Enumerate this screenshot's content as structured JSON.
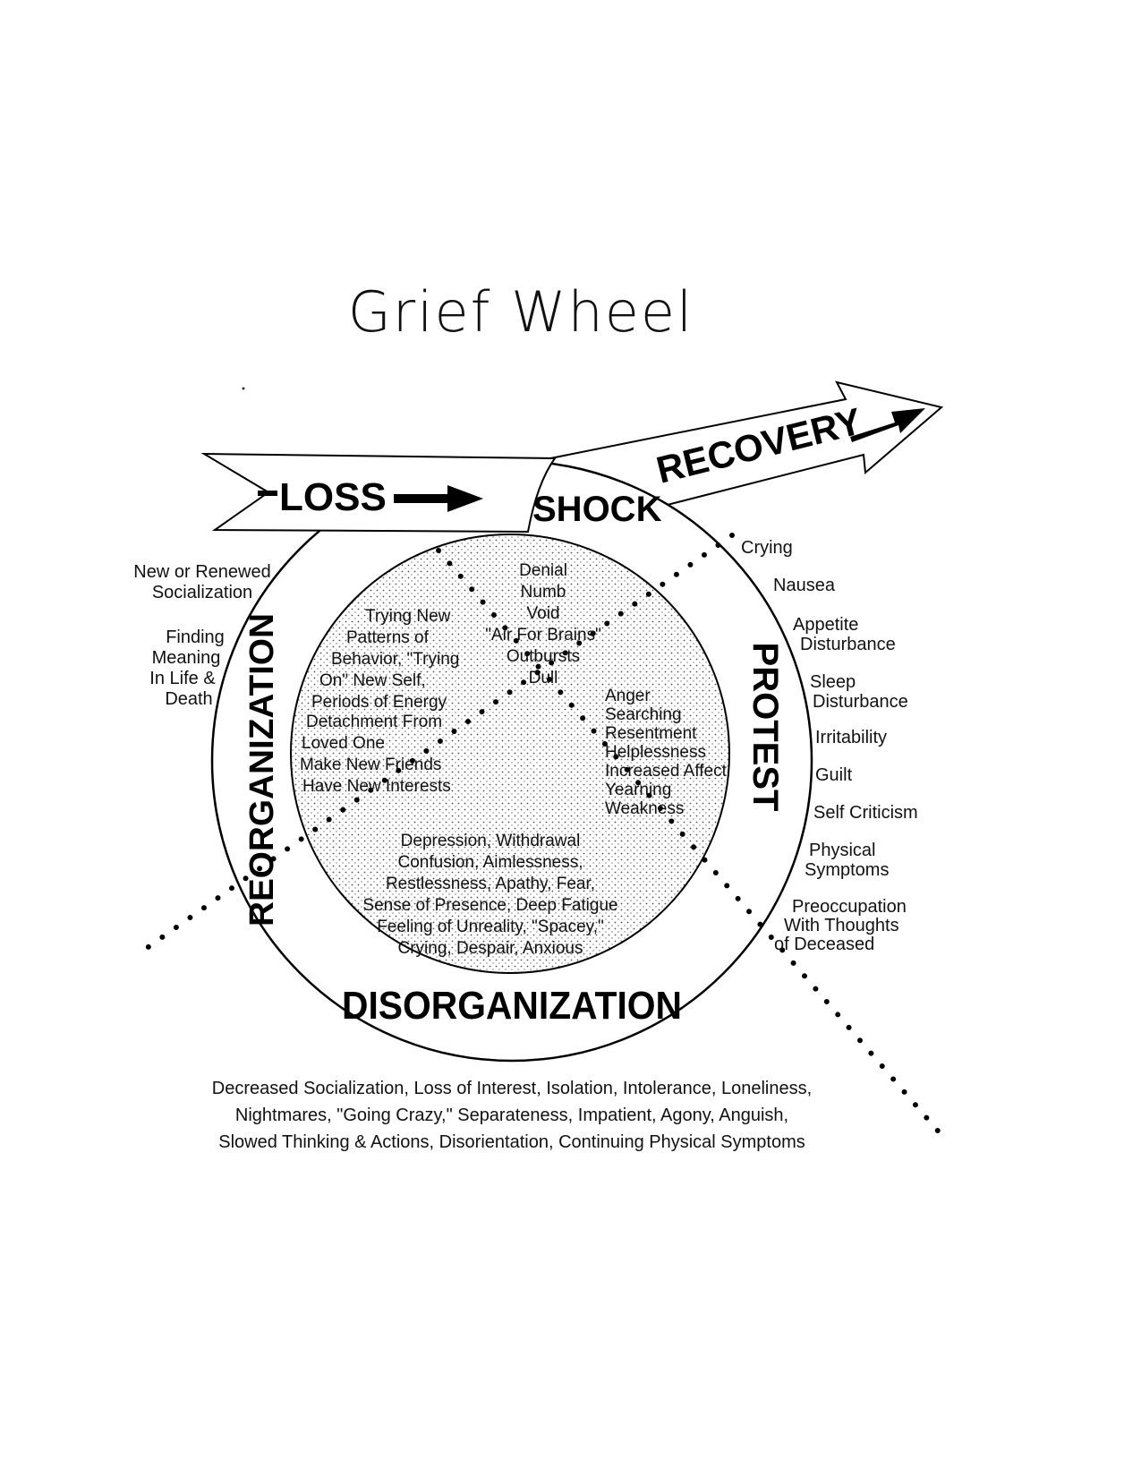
{
  "title": "Grief Wheel",
  "arrows": {
    "loss": "LOSS",
    "recovery": "RECOVERY"
  },
  "stages": {
    "shock": "SHOCK",
    "protest": "PROTEST",
    "disorganization": "DISORGANIZATION",
    "reorganization": "REORGANIZATION"
  },
  "inner": {
    "shock": [
      "Denial",
      "Numb",
      "Void",
      "\"Air For Brains\"",
      "Outbursts",
      "Dull"
    ],
    "protest": [
      "Anger",
      "Searching",
      "Resentment",
      "Helplessness",
      "Increased Affect",
      "Yearning",
      "Weakness"
    ],
    "disorganization": [
      "Depression, Withdrawal",
      "Confusion, Aimlessness,",
      "Restlessness, Apathy, Fear,",
      "Sense of Presence, Deep Fatigue",
      "Feeling of Unreality, \"Spacey,\"",
      "Crying, Despair, Anxious"
    ],
    "reorganization": [
      "Trying New",
      "Patterns of",
      "Behavior, \"Trying",
      "On\" New Self,",
      "Periods of Energy",
      "Detachment From",
      "Loved One",
      "Make New Friends",
      "Have New Interests"
    ]
  },
  "outer": {
    "left": [
      "New or Renewed",
      "Socialization",
      "Finding",
      "Meaning",
      "In Life &",
      "Death"
    ],
    "right": [
      "Crying",
      "Nausea",
      "Appetite",
      "Disturbance",
      "Sleep",
      "Disturbance",
      "Irritability",
      "Guilt",
      "Self Criticism",
      "Physical",
      "Symptoms",
      "Preoccupation",
      "With Thoughts",
      "of Deceased"
    ],
    "bottom": [
      "Decreased Socialization, Loss of Interest, Isolation, Intolerance, Loneliness,",
      "Nightmares, \"Going Crazy,\" Separateness, Impatient, Agony, Anguish,",
      "Slowed Thinking & Actions, Disorientation, Continuing Physical Symptoms"
    ]
  }
}
